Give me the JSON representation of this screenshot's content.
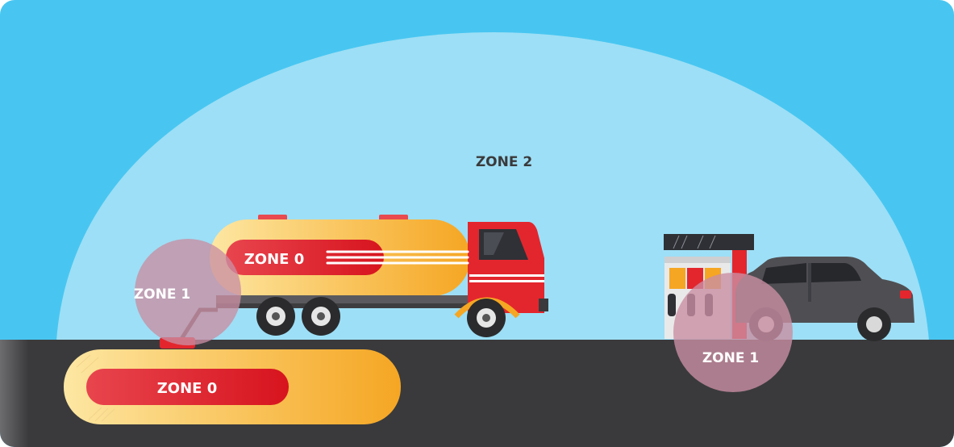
{
  "zones": {
    "zone2_label": "ZONE 2",
    "truck_tank_zone0_label": "ZONE 0",
    "truck_zone1_label": "ZONE 1",
    "underground_zone0_label": "ZONE 0",
    "station_zone1_label": "ZONE 1"
  },
  "colors": {
    "sky": "#48c6f1",
    "dome": "#9ddff6",
    "ground": "#3a3a3c",
    "tank_orange": "#f8b63a",
    "zone_red": "#e8303a",
    "zone1_pink": "#c98ea3",
    "truck_red": "#e3262d",
    "car_gray": "#4f4f53"
  },
  "icons": [
    "fuel-truck-icon",
    "fuel-pump-icon",
    "car-icon",
    "underground-tank-icon"
  ]
}
